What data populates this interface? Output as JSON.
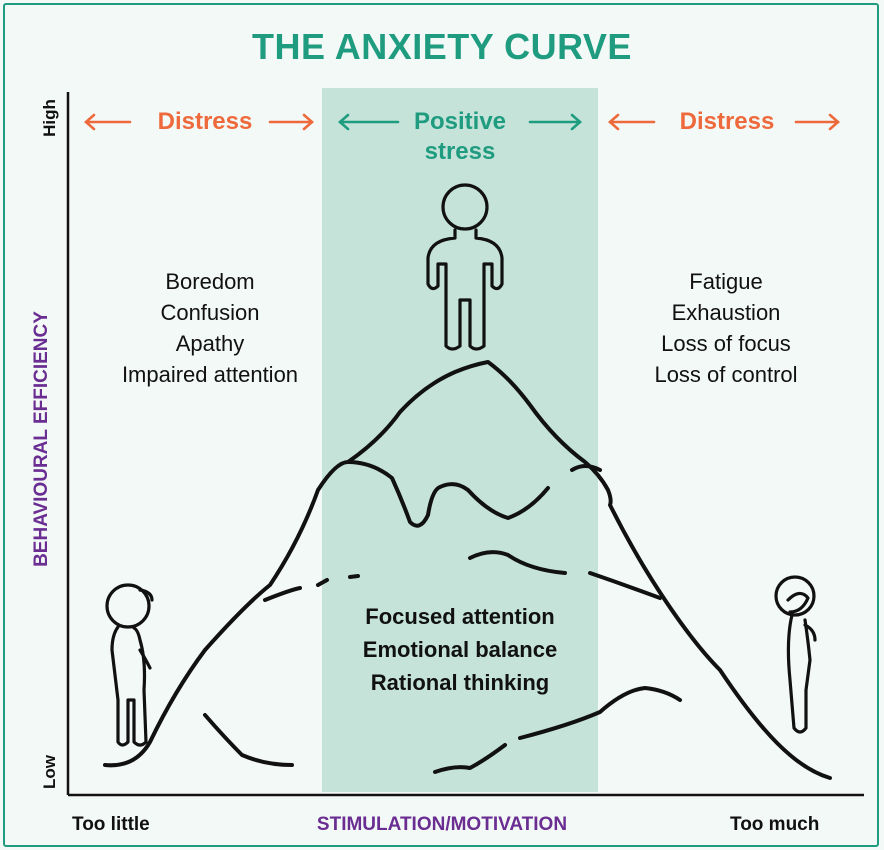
{
  "title": "THE ANXIETY CURVE",
  "zones": {
    "left": "Distress",
    "center": "Positive\nstress",
    "right": "Distress"
  },
  "left_states": [
    "Boredom",
    "Confusion",
    "Apathy",
    "Impaired attention"
  ],
  "right_states": [
    "Fatigue",
    "Exhaustion",
    "Loss of focus",
    "Loss of control"
  ],
  "center_states": [
    "Focused attention",
    "Emotional balance",
    "Rational thinking"
  ],
  "y_axis": {
    "label": "BEHAVIOURAL EFFICIENCY",
    "high": "High",
    "low": "Low"
  },
  "x_axis": {
    "label": "STIMULATION/MOTIVATION",
    "left": "Too little",
    "right": "Too much"
  },
  "colors": {
    "distress": "#ee6a3c",
    "positive": "#1f9c80",
    "axis_label": "#6a2d91",
    "band": "#c5e3d8"
  }
}
